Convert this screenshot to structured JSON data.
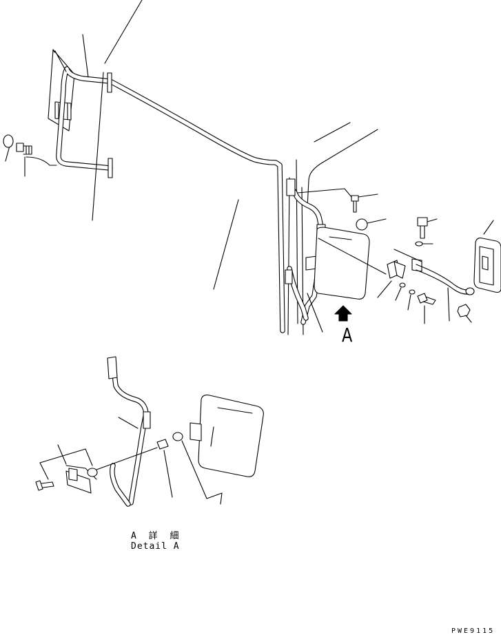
{
  "diagram": {
    "callout_letter": "A",
    "detail_title_jp": "A 詳 細",
    "detail_title_en": "Detail A",
    "drawing_code": "PWE9115"
  },
  "icons": {
    "view_arrow": "arrow-up-icon"
  }
}
